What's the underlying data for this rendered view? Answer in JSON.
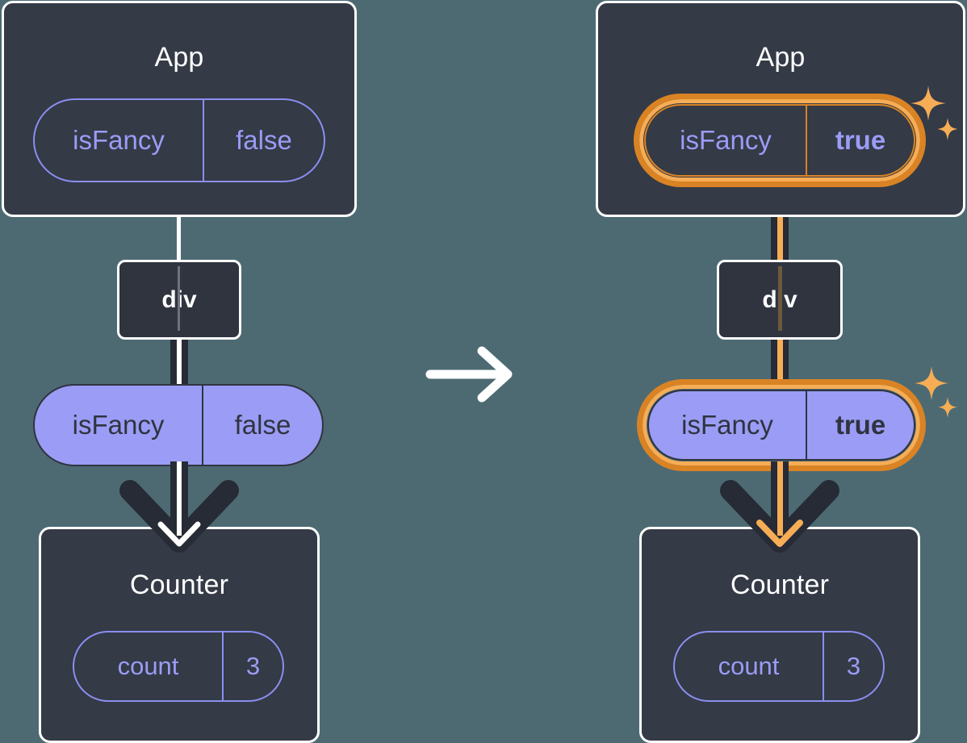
{
  "diagram": {
    "title_left": "App",
    "title_right": "App",
    "type": "react-state-propagation",
    "transition_icon": "arrow-right-icon"
  },
  "left": {
    "app": {
      "label": "App",
      "state": {
        "key": "isFancy",
        "value": "false",
        "highlighted": false
      }
    },
    "div": {
      "label": "div"
    },
    "prop": {
      "key": "isFancy",
      "value": "false",
      "highlighted": false
    },
    "counter": {
      "label": "Counter",
      "state": {
        "key": "count",
        "value": "3",
        "highlighted": false
      }
    }
  },
  "right": {
    "app": {
      "label": "App",
      "state": {
        "key": "isFancy",
        "value": "true",
        "highlighted": true
      }
    },
    "div": {
      "label": "div"
    },
    "prop": {
      "key": "isFancy",
      "value": "true",
      "highlighted": true
    },
    "counter": {
      "label": "Counter",
      "state": {
        "key": "count",
        "value": "3",
        "highlighted": false
      }
    }
  },
  "colors": {
    "background": "#4d6a73",
    "panel": "#343a46",
    "panel_border": "#ffffff",
    "pill_purple": "#9a9cf5",
    "pill_outline": "#8b8ef0",
    "highlight_outer": "#f6ad55",
    "highlight_inner": "#d98324",
    "wire_dark": "#262b36",
    "wire_light": "#ffffff",
    "wire_amber": "#f6ad55",
    "text_dark": "#2f343f",
    "text_light": "#ffffff"
  }
}
